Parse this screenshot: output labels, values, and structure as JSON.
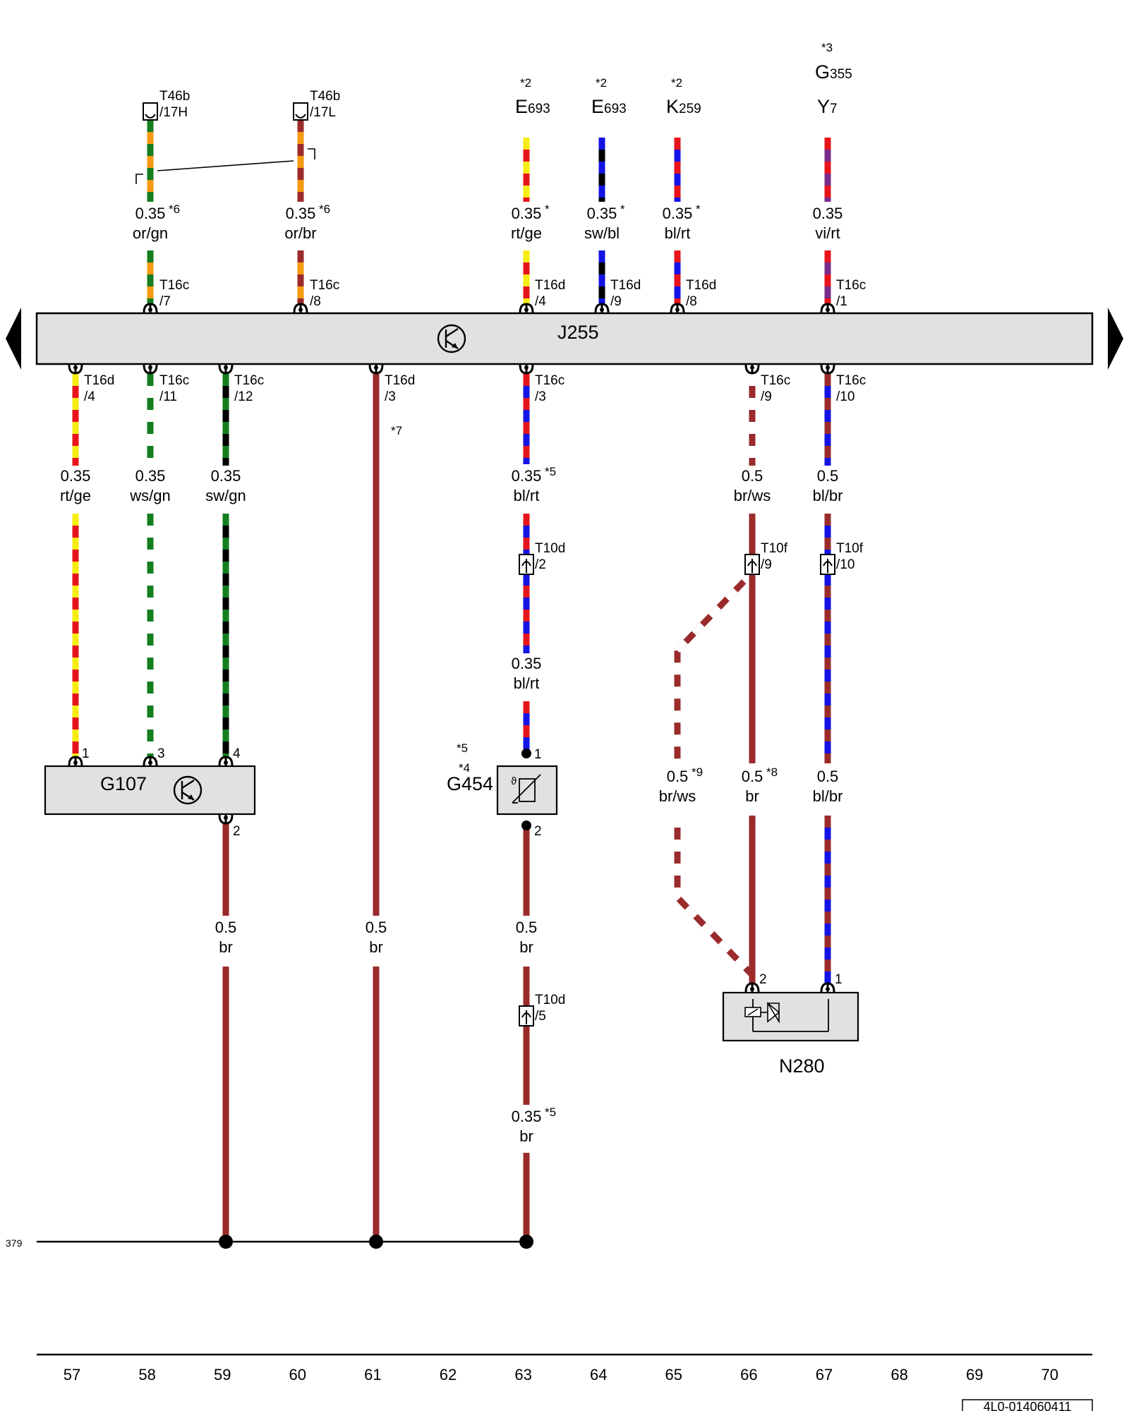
{
  "colors": {
    "rt": "#e8141b",
    "ge": "#f7ec13",
    "gn": "#157e1e",
    "or": "#f59a11",
    "br": "#9b2b2b",
    "bl": "#1313e6",
    "sw": "#000000",
    "ws": "#ffffff",
    "vi": "#7a2a8c",
    "box_fill": "#e1e1e1"
  },
  "modules": {
    "J255": "J255",
    "G107": "G107",
    "G454": "G454",
    "N280": "N280"
  },
  "top_components": [
    {
      "id": "E693_a",
      "name": "E693",
      "note": "*2"
    },
    {
      "id": "E693_b",
      "name": "E693",
      "note": "*2"
    },
    {
      "id": "K259",
      "name": "K259",
      "note": "*2"
    },
    {
      "id": "Y7",
      "name": "Y7",
      "extra_name": "G355",
      "note": "*3"
    }
  ],
  "notes": {
    "G454_a": "*5",
    "G454_b": "*4"
  },
  "connectors": [
    {
      "id": "T46b_17H",
      "name": "T46b",
      "pin": "/17H"
    },
    {
      "id": "T46b_17L",
      "name": "T46b",
      "pin": "/17L"
    },
    {
      "id": "c58_top",
      "name": "T16c",
      "pin": "/7"
    },
    {
      "id": "c60_top",
      "name": "T16c",
      "pin": "/8"
    },
    {
      "id": "c63_top",
      "name": "T16d",
      "pin": "/4"
    },
    {
      "id": "c64_top",
      "name": "T16d",
      "pin": "/9"
    },
    {
      "id": "c65_top",
      "name": "T16d",
      "pin": "/8"
    },
    {
      "id": "c67_top",
      "name": "T16c",
      "pin": "/1"
    },
    {
      "id": "c57_bot",
      "name": "T16d",
      "pin": "/4"
    },
    {
      "id": "c58_bot",
      "name": "T16c",
      "pin": "/11"
    },
    {
      "id": "c59_bot",
      "name": "T16c",
      "pin": "/12"
    },
    {
      "id": "c61_bot",
      "name": "T16d",
      "pin": "/3"
    },
    {
      "id": "c63_bot",
      "name": "T16c",
      "pin": "/3"
    },
    {
      "id": "c66_bot",
      "name": "T16c",
      "pin": "/9"
    },
    {
      "id": "c67_bot",
      "name": "T16c",
      "pin": "/10"
    },
    {
      "id": "T10d_2",
      "name": "T10d",
      "pin": "/2"
    },
    {
      "id": "T10f_9",
      "name": "T10f",
      "pin": "/9"
    },
    {
      "id": "T10f_10",
      "name": "T10f",
      "pin": "/10"
    },
    {
      "id": "T10d_5",
      "name": "T10d",
      "pin": "/5"
    }
  ],
  "wires": [
    {
      "id": "w58_top",
      "size": "0.35",
      "color": "or/gn",
      "note": "*6"
    },
    {
      "id": "w60_top",
      "size": "0.35",
      "color": "or/br",
      "note": "*6"
    },
    {
      "id": "w63_top",
      "size": "0.35",
      "color": "rt/ge",
      "note": "*"
    },
    {
      "id": "w64_top",
      "size": "0.35",
      "color": "sw/bl",
      "note": "*"
    },
    {
      "id": "w65_top",
      "size": "0.35",
      "color": "bl/rt",
      "note": "*"
    },
    {
      "id": "w67_top",
      "size": "0.35",
      "color": "vi/rt",
      "note": ""
    },
    {
      "id": "w57_mid",
      "size": "0.35",
      "color": "rt/ge",
      "note": ""
    },
    {
      "id": "w58_mid",
      "size": "0.35",
      "color": "ws/gn",
      "note": ""
    },
    {
      "id": "w59_mid",
      "size": "0.35",
      "color": "sw/gn",
      "note": ""
    },
    {
      "id": "w63_mid1",
      "size": "0.35",
      "color": "bl/rt",
      "note": "*5"
    },
    {
      "id": "w63_mid2",
      "size": "0.35",
      "color": "bl/rt",
      "note": ""
    },
    {
      "id": "w66_mid",
      "size": "0.5",
      "color": "br/ws",
      "note": ""
    },
    {
      "id": "w67_mid",
      "size": "0.5",
      "color": "bl/br",
      "note": ""
    },
    {
      "id": "w65_low",
      "size": "0.5",
      "color": "br/ws",
      "note": "*9"
    },
    {
      "id": "w66_low",
      "size": "0.5",
      "color": "br",
      "note": "*8"
    },
    {
      "id": "w67_low",
      "size": "0.5",
      "color": "bl/br",
      "note": ""
    },
    {
      "id": "w59_low",
      "size": "0.5",
      "color": "br",
      "note": ""
    },
    {
      "id": "w61_low",
      "size": "0.5",
      "color": "br",
      "note": ""
    },
    {
      "id": "w63_low1",
      "size": "0.5",
      "color": "br",
      "note": ""
    },
    {
      "id": "w63_low2",
      "size": "0.35",
      "color": "br",
      "note": "*5"
    }
  ],
  "wire61_note": "*7",
  "pins": {
    "g107_1": "1",
    "g107_3": "3",
    "g107_4": "4",
    "g107_2": "2",
    "g454_1": "1",
    "g454_2": "2",
    "n280_2": "2",
    "n280_1": "1"
  },
  "ground_ref": "379",
  "axis": [
    "57",
    "58",
    "59",
    "60",
    "61",
    "62",
    "63",
    "64",
    "65",
    "66",
    "67",
    "68",
    "69",
    "70"
  ],
  "doc_id": "4L0-014060411"
}
